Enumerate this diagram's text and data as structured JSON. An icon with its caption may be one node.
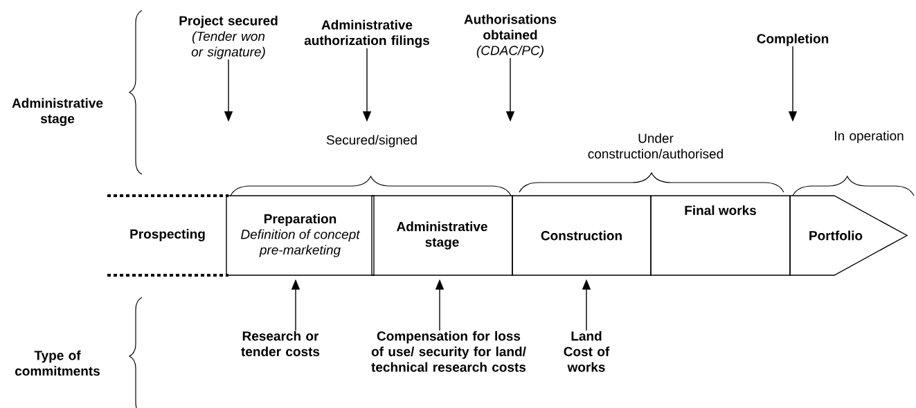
{
  "diagram": {
    "nodes": [
      {
        "text": [
          "Project secured",
          "(Tender won or signature)"
        ]
      },
      {
        "text": [
          "Administrative authorization filings"
        ]
      },
      {
        "text": [
          "Authorisations obtained",
          "(CDAC/PC)"
        ]
      },
      {
        "text": [
          "Completion"
        ]
      },
      {
        "text": [
          "Prospecting"
        ]
      },
      {
        "text": [
          "Preparation",
          "Definition of concept pre-marketing"
        ]
      },
      {
        "text": [
          "Administrative stage"
        ]
      },
      {
        "text": [
          "Construction"
        ]
      },
      {
        "text": [
          "Final works"
        ]
      },
      {
        "text": [
          "Portfolio"
        ]
      },
      {
        "text": [
          "Research or tender costs"
        ]
      },
      {
        "text": [
          "Compensation for loss of use/ security for land/ technical research costs"
        ]
      },
      {
        "text": [
          "Land",
          "Cost of works"
        ]
      }
    ],
    "edges": [
      {
        "from": 0,
        "to": null,
        "arrow": "to"
      },
      {
        "from": 1,
        "to": null,
        "arrow": "to"
      },
      {
        "from": 2,
        "to": null,
        "arrow": "to"
      },
      {
        "from": 3,
        "to": null,
        "arrow": "to"
      },
      {
        "from": 10,
        "to": 5,
        "arrow": "to"
      },
      {
        "from": 11,
        "to": 6,
        "arrow": "to"
      },
      {
        "from": 12,
        "to": 7,
        "arrow": "to"
      }
    ],
    "labels": [
      "Administrative stage",
      "Secured/signed",
      "Under construction/authorised",
      "In operation",
      "Type of commitments"
    ]
  }
}
